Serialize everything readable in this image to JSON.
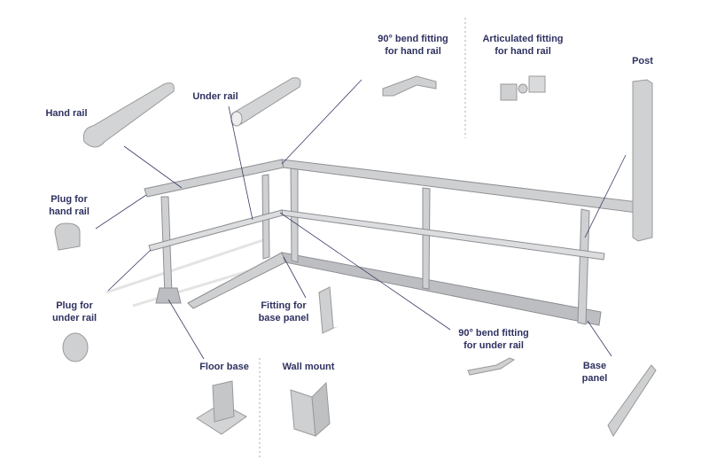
{
  "labels": {
    "bend_hand_rail": [
      "90° bend fitting",
      "for hand rail"
    ],
    "articulated": [
      "Articulated fitting",
      "for hand rail"
    ],
    "post": "Post",
    "hand_rail": "Hand rail",
    "under_rail": "Under rail",
    "plug_hand_rail": [
      "Plug for",
      "hand rail"
    ],
    "plug_under_rail": [
      "Plug for",
      "under rail"
    ],
    "fitting_base_panel": [
      "Fitting for",
      "base panel"
    ],
    "bend_under_rail": [
      "90° bend fitting",
      "for under rail"
    ],
    "floor_base": "Floor base",
    "wall_mount": "Wall mount",
    "base_panel": [
      "Base",
      "panel"
    ]
  },
  "colors": {
    "label": "#2e3160",
    "metal": "#c9cacc",
    "metal_dark": "#9a9b9e",
    "shadow": "#e6e6e6"
  }
}
